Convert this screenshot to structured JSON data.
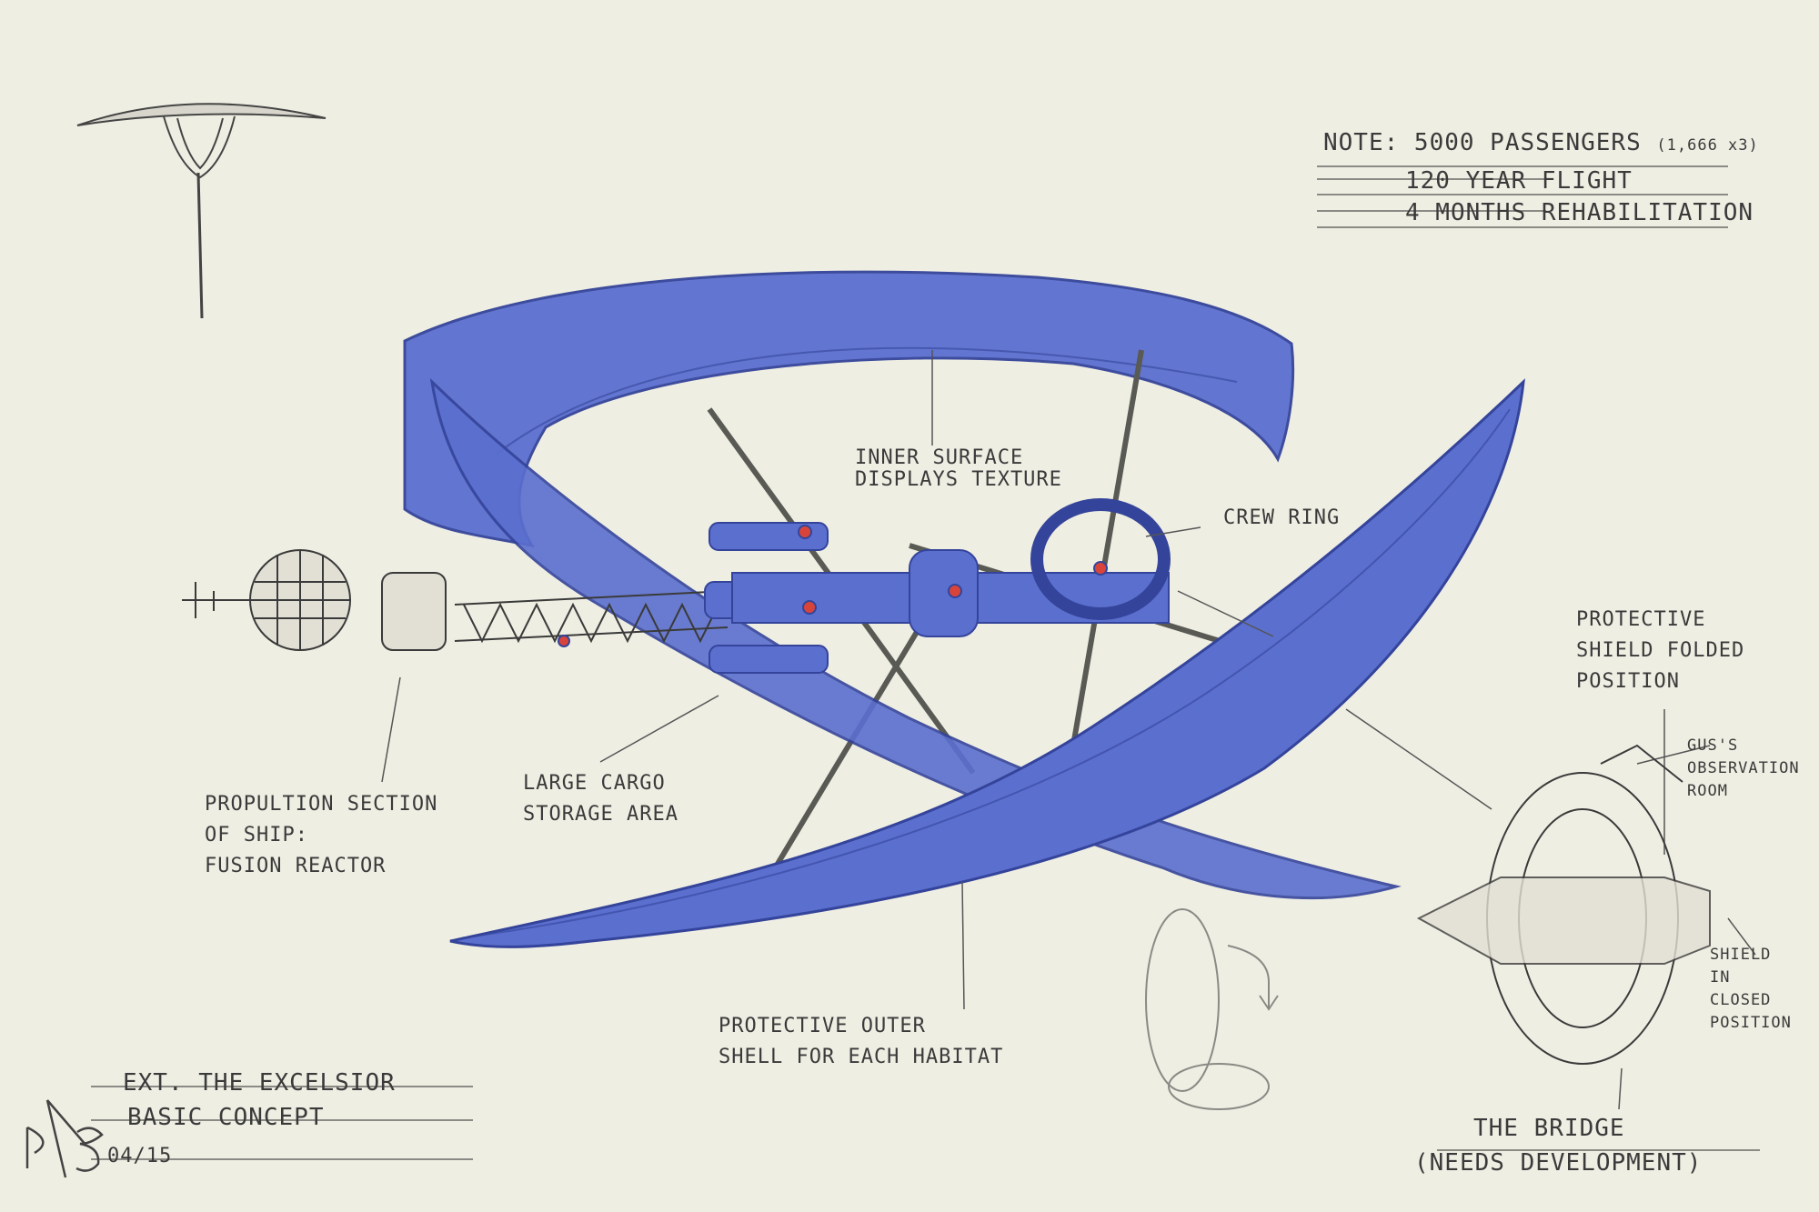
{
  "note": {
    "line1": "NOTE: 5000 PASSENGERS",
    "line1_aside": "(1,666 x3)",
    "line2": "120 YEAR FLIGHT",
    "line3": "4 MONTHS REHABILITATION"
  },
  "labels": {
    "inner_surface": [
      "INNER SURFACE",
      "DISPLAYS TEXTURE"
    ],
    "crew_ring": "CREW RING",
    "protective_shield": [
      "PROTECTIVE",
      "SHIELD FOLDED",
      "POSITION"
    ],
    "gus_room": [
      "GUS'S",
      "OBSERVATION",
      "ROOM"
    ],
    "shield_closed": [
      "SHIELD",
      "IN",
      "CLOSED",
      "POSITION"
    ],
    "propulsion": [
      "PROPULTION SECTION",
      "OF SHIP:",
      "FUSION REACTOR"
    ],
    "cargo": [
      "LARGE CARGO",
      "STORAGE AREA"
    ],
    "outer_shell": [
      "PROTECTIVE OUTER",
      "SHELL FOR EACH HABITAT"
    ],
    "bridge": [
      "THE BRIDGE",
      "(NEEDS DEVELOPMENT)"
    ]
  },
  "title_block": {
    "title": "EXT. THE EXCELSIOR",
    "subtitle": "BASIC CONCEPT",
    "date": "04/15"
  },
  "colors": {
    "paper": "#efeee3",
    "blue": "#5b6fcf",
    "blue_dark": "#34449a",
    "pencil": "#3a3a3a",
    "accent_red": "#d9443a"
  }
}
